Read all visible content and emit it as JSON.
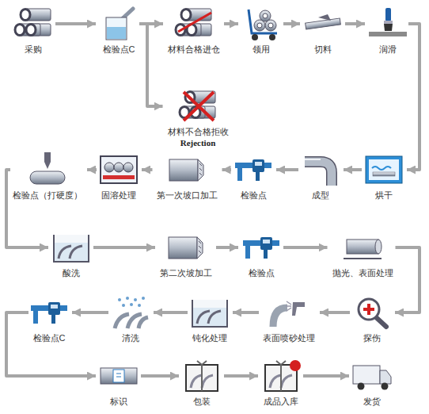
{
  "diagram": {
    "nodes": [
      {
        "text": [
          "采购"
        ]
      },
      {
        "text": [
          "检验点C"
        ]
      },
      {
        "text": [
          "材料合格进仓"
        ]
      },
      {
        "text": [
          "领用"
        ]
      },
      {
        "text": [
          "切料"
        ]
      },
      {
        "text": [
          "润滑"
        ]
      },
      {
        "text": [
          "材料不合格拒收",
          "Rejection"
        ]
      },
      {
        "text": [
          "烘干"
        ]
      },
      {
        "text": [
          "成型"
        ]
      },
      {
        "text": [
          "检验点"
        ]
      },
      {
        "text": [
          "第一次坡口加工"
        ]
      },
      {
        "text": [
          "固溶处理"
        ]
      },
      {
        "text": [
          "检验点（打硬度）"
        ]
      },
      {
        "text": [
          "酸洗"
        ]
      },
      {
        "text": [
          "第二次坡加工"
        ]
      },
      {
        "text": [
          "检验点"
        ]
      },
      {
        "text": [
          "抛光、表面处理"
        ]
      },
      {
        "text": [
          "探伤"
        ]
      },
      {
        "text": [
          "表面喷砂处理"
        ]
      },
      {
        "text": [
          "钝化处理"
        ]
      },
      {
        "text": [
          "清洗"
        ]
      },
      {
        "text": [
          "检验点C"
        ]
      },
      {
        "text": [
          "标识"
        ]
      },
      {
        "text": [
          "包装"
        ]
      },
      {
        "text": [
          "成品入库"
        ]
      },
      {
        "text": [
          "发货"
        ]
      }
    ],
    "edges": [
      {
        "from": 0,
        "to": 1,
        "arrow": "to"
      },
      {
        "from": 1,
        "to": 2,
        "arrow": "to"
      },
      {
        "from": 1,
        "to": 6,
        "arrow": "to"
      },
      {
        "from": 2,
        "to": 3,
        "arrow": "to"
      },
      {
        "from": 3,
        "to": 4,
        "arrow": "to"
      },
      {
        "from": 4,
        "to": 5,
        "arrow": "to"
      },
      {
        "from": 5,
        "to": 7,
        "arrow": "to"
      },
      {
        "from": 7,
        "to": 8,
        "arrow": "to"
      },
      {
        "from": 8,
        "to": 9,
        "arrow": "to"
      },
      {
        "from": 9,
        "to": 10,
        "arrow": "to"
      },
      {
        "from": 10,
        "to": 11,
        "arrow": "to"
      },
      {
        "from": 11,
        "to": 12,
        "arrow": "to"
      },
      {
        "from": 12,
        "to": 13,
        "arrow": "to"
      },
      {
        "from": 13,
        "to": 14,
        "arrow": "to"
      },
      {
        "from": 14,
        "to": 15,
        "arrow": "to"
      },
      {
        "from": 15,
        "to": 16,
        "arrow": "to"
      },
      {
        "from": 16,
        "to": 17,
        "arrow": "to"
      },
      {
        "from": 17,
        "to": 18,
        "arrow": "to"
      },
      {
        "from": 18,
        "to": 19,
        "arrow": "to"
      },
      {
        "from": 19,
        "to": 20,
        "arrow": "to"
      },
      {
        "from": 20,
        "to": 21,
        "arrow": "to"
      },
      {
        "from": 21,
        "to": 22,
        "arrow": "to"
      },
      {
        "from": 22,
        "to": 23,
        "arrow": "to"
      },
      {
        "from": 23,
        "to": 24,
        "arrow": "to"
      },
      {
        "from": 24,
        "to": 25,
        "arrow": "to"
      }
    ]
  }
}
